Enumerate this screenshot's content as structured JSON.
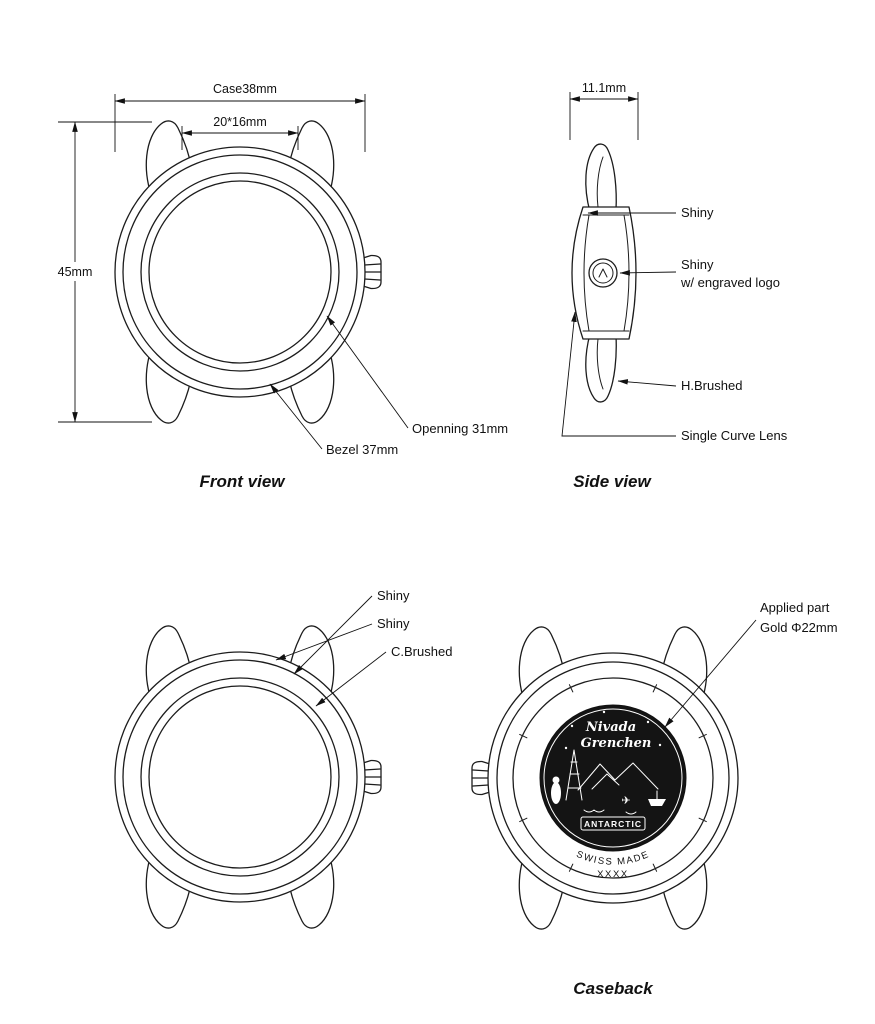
{
  "front_view": {
    "caption": "Front view",
    "dim_case_width": "Case38mm",
    "dim_lug_width": "20*16mm",
    "dim_height": "45mm",
    "callout_opening": "Openning 31mm",
    "callout_bezel": "Bezel 37mm"
  },
  "side_view": {
    "caption": "Side view",
    "dim_thickness": "11.1mm",
    "callout_case_shiny": "Shiny",
    "callout_crown_line1": "Shiny",
    "callout_crown_line2": "w/ engraved logo",
    "callout_caseband": "H.Brushed",
    "callout_lens": "Single Curve Lens"
  },
  "finish_view": {
    "callout_shiny_1": "Shiny",
    "callout_shiny_2": "Shiny",
    "callout_brushed": "C.Brushed"
  },
  "caseback_view": {
    "caption": "Caseback",
    "callout_applied_line1": "Applied part",
    "callout_applied_line2": "Gold Φ22mm",
    "engraving": {
      "brand_line1": "Nivada",
      "brand_line2": "Grenchen",
      "model": "ANTARCTIC",
      "origin": "SWISS MADE",
      "serial": "XXXX"
    }
  },
  "icons": {
    "airplane": "✈"
  },
  "colors": {
    "line": "#1c1c1c",
    "annotation": "#111111",
    "medallion": "#141414",
    "engraving": "#ffffff",
    "background": "#ffffff"
  }
}
